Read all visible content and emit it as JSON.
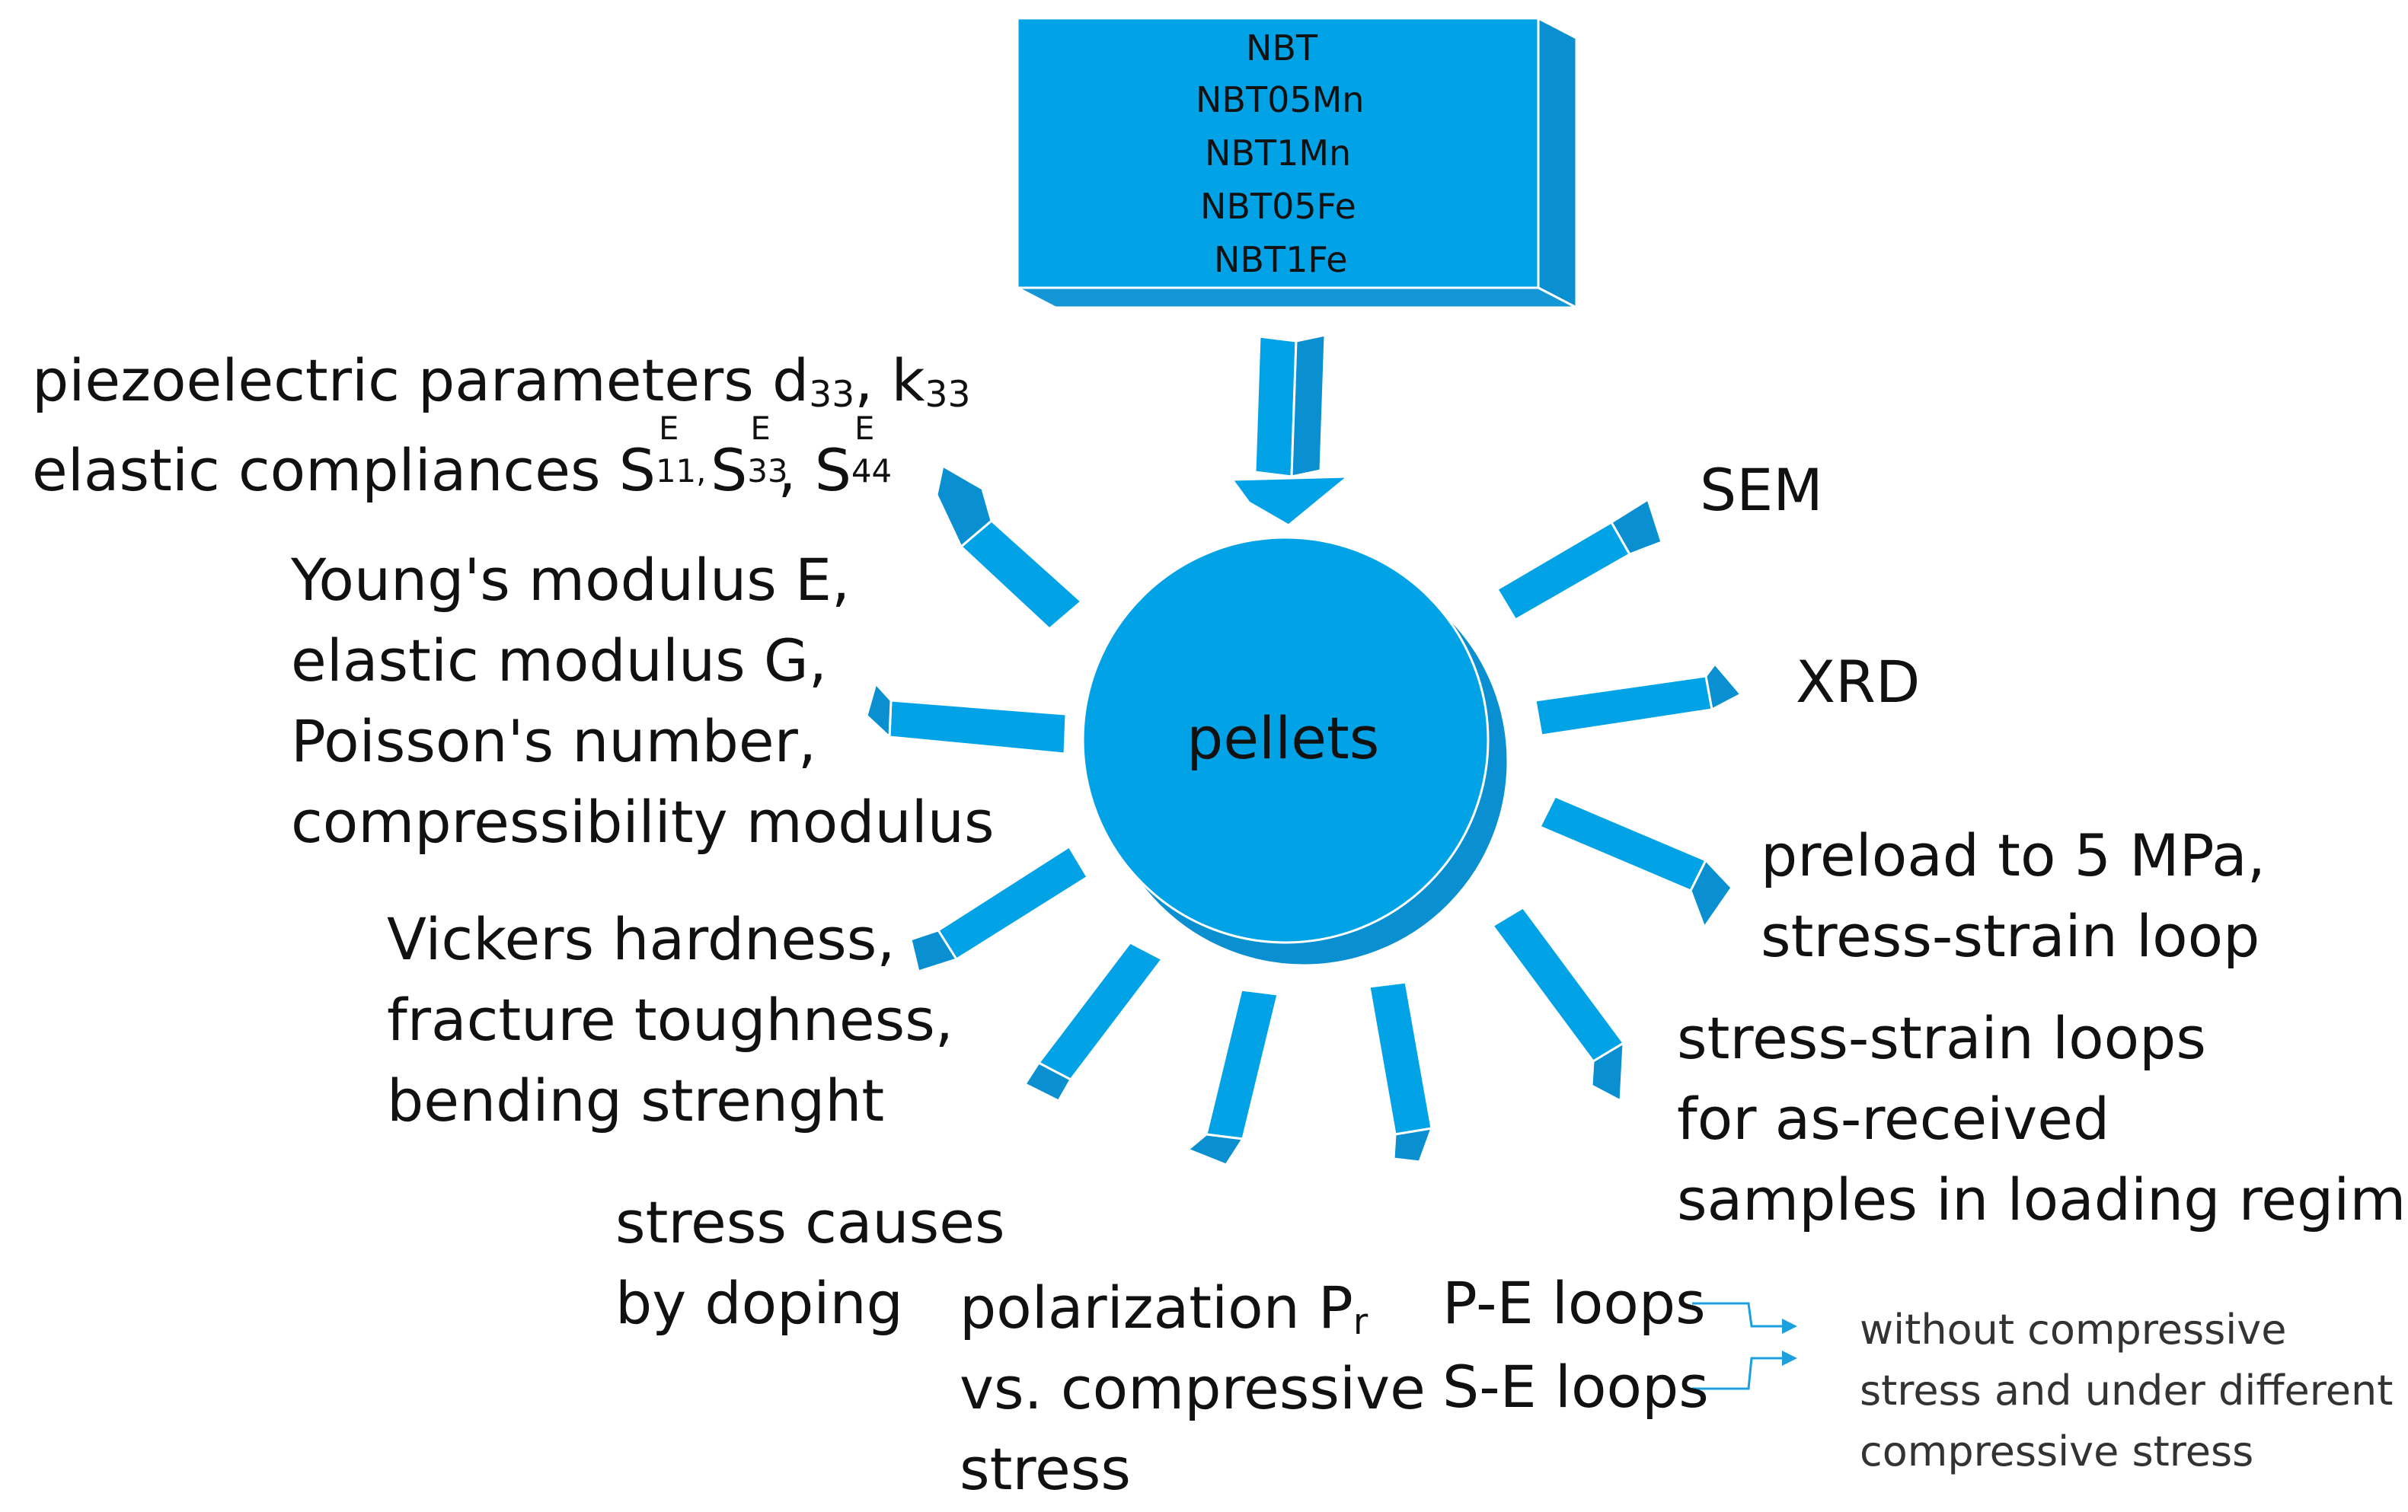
{
  "materials_box": {
    "lines": [
      "NBT",
      "NBT05Mn",
      "NBT1Mn",
      "NBT05Fe",
      "NBT1Fe"
    ]
  },
  "center": {
    "label": "pellets"
  },
  "labels": {
    "piezo_line1_text": "piezoelectric parameters d",
    "piezo_line1_sub1": "33",
    "piezo_line1_mid": ", k",
    "piezo_line1_sub2": "33",
    "piezo_line2_text": "elastic compliances S",
    "piezo_line2_sup1": "E",
    "piezo_line2_sub1": "11,",
    "piezo_line2_s2": " S",
    "piezo_line2_sup2": "E",
    "piezo_line2_sub2": "33",
    "piezo_line2_s3": ", S",
    "piezo_line2_sup3": "E",
    "piezo_line2_sub3": "44",
    "young": [
      "Young's modulus E,",
      "elastic modulus G,",
      "Poisson's number,",
      "compressibility modulus"
    ],
    "vickers": [
      "Vickers hardness,",
      "fracture toughness,",
      "bending strenght"
    ],
    "stress_causes": [
      "stress causes",
      "by doping"
    ],
    "polarization_line1": "polarization P",
    "polarization_sub": "r",
    "polarization_rest": [
      "vs. compressive",
      "stress"
    ],
    "pe_loops": "P-E loops",
    "se_loops": "S-E loops",
    "without": [
      "without compressive",
      "stress and under different",
      "compressive stress"
    ],
    "sem": "SEM",
    "xrd": "XRD",
    "preload": [
      "preload to 5 MPa,",
      "stress-strain loop"
    ],
    "stress_strain_loops": [
      "stress-strain loops",
      "for as-received",
      "samples in loading regime"
    ]
  },
  "colors": {
    "fill": "#02a3e6",
    "shade": "#0a8fd0",
    "edge": "#ffffff",
    "connector": "#1aa0dc"
  }
}
